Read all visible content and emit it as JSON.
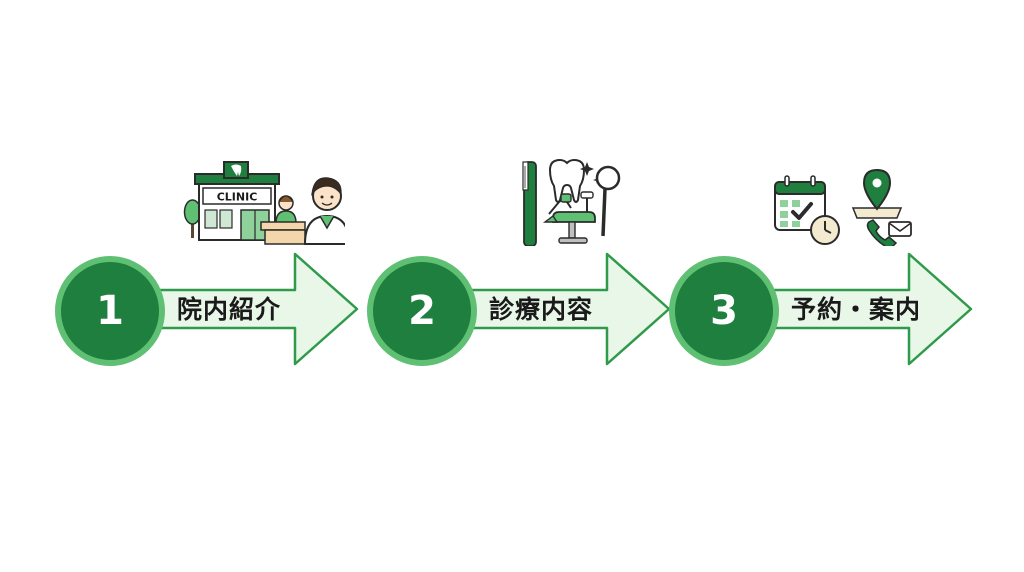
{
  "colors": {
    "badge_fill": "#1e7f3e",
    "badge_ring": "#5fbf73",
    "arrow_fill": "#e9f7e9",
    "arrow_stroke": "#2e9a4a"
  },
  "steps": [
    {
      "number": "1",
      "label": "院内紹介",
      "clinic_sign": "CLINIC",
      "icons": [
        "clinic-building-icon",
        "receptionist-icon",
        "dentist-icon"
      ]
    },
    {
      "number": "2",
      "label": "診療内容",
      "icons": [
        "toothbrush-icon",
        "tooth-icon",
        "mirror-icon",
        "dental-chair-icon"
      ]
    },
    {
      "number": "3",
      "label": "予約・案内",
      "icons": [
        "calendar-icon",
        "clock-icon",
        "map-pin-icon",
        "phone-icon"
      ]
    }
  ]
}
